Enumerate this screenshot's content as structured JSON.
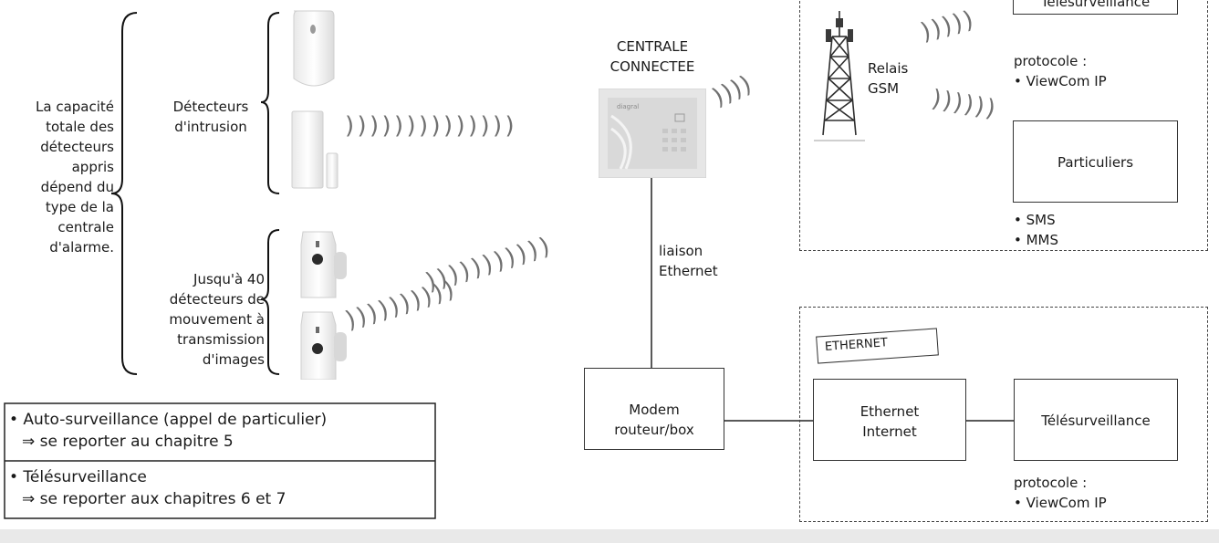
{
  "left": {
    "capacity_lines": [
      "La capacité",
      "totale des",
      "détecteurs",
      "appris",
      "dépend du",
      "type de la",
      "centrale",
      "d'alarme."
    ],
    "intrusion_lines": [
      "Détecteurs",
      "d'intrusion"
    ],
    "motion_lines": [
      "Jusqu'à 40",
      "détecteurs de",
      "mouvement à",
      "transmission",
      "d'images"
    ]
  },
  "notes": {
    "auto_title": "• Auto-surveillance (appel de particulier)",
    "auto_ref": "⇒ se reporter au chapitre 5",
    "tele_title": "• Télésurveillance",
    "tele_ref": "⇒ se reporter aux chapitres 6 et 7"
  },
  "centrale": {
    "line1": "CENTRALE",
    "line2": "CONNECTEE"
  },
  "link": {
    "line1": "liaison",
    "line2": "Ethernet"
  },
  "modem": {
    "line1": "Modem",
    "line2": "routeur/box"
  },
  "gsm": {
    "relay_line1": "Relais",
    "relay_line2": "GSM",
    "tele_label": "Télésurveillance",
    "protocol_label": "protocole :",
    "protocol_value": "• ViewCom IP",
    "particuliers_label": "Particuliers",
    "sms": "• SMS",
    "mms": "• MMS"
  },
  "ethernet": {
    "tag": "ETHERNET",
    "net_line1": "Ethernet",
    "net_line2": "Internet",
    "tele_label": "Télésurveillance",
    "protocol_label": "protocole :",
    "protocol_value": "• ViewCom IP"
  },
  "wave_glyph": ")"
}
